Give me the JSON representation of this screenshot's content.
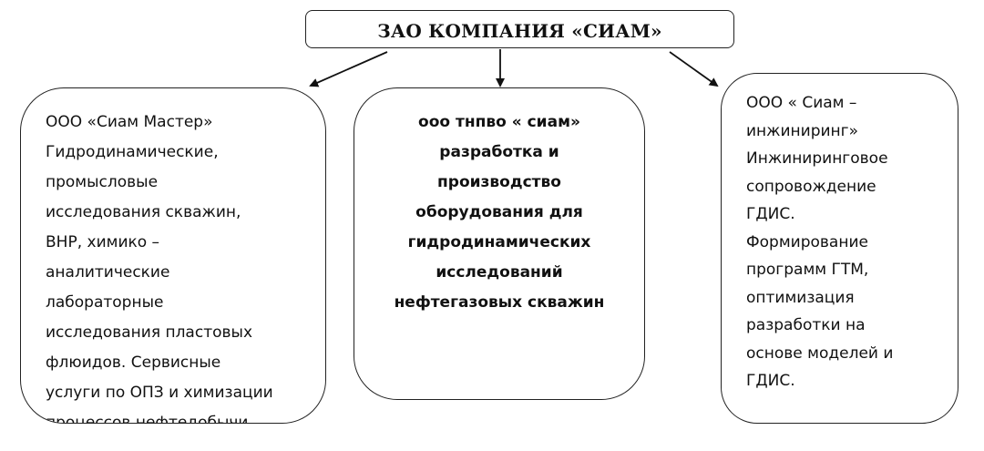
{
  "header": {
    "title": "ЗАО КОМПАНИЯ «СИАМ»"
  },
  "boxes": {
    "left": {
      "text": "ООО «Сиам Мастер»\nГидродинамические,\nпромысловые\nисследования скважин,\nВНР, химико –\nаналитические\nлабораторные\nисследования пластовых\nфлюидов. Сервисные\nуслуги по ОПЗ и химизации\nпроцессов нефтедобычи"
    },
    "center": {
      "text": "ооо тнпво « сиам»\nразработка и\nпроизводство\nоборудования для\nгидродинамических\nисследований\nнефтегазовых скважин"
    },
    "right": {
      "text": "ООО « Сиам –\nинжиниринг»\nИнжиниринговое\nсопровождение\nГДИС.\nФормирование\nпрограмм ГТМ,\nоптимизация\nразработки на\nоснове моделей и\nГДИС."
    }
  }
}
